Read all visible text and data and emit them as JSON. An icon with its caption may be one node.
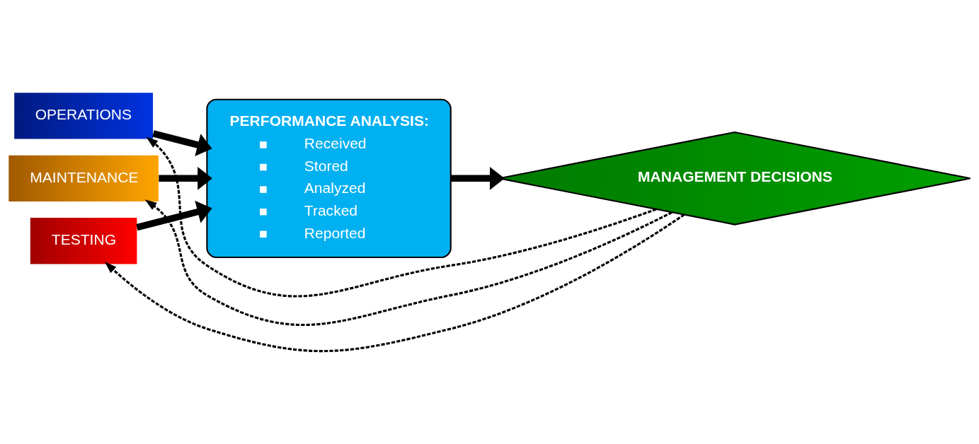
{
  "diagram": {
    "nodes": [
      {
        "text": [
          "OPERATIONS"
        ]
      },
      {
        "text": [
          "MAINTENANCE"
        ]
      },
      {
        "text": [
          "TESTING"
        ]
      },
      {
        "text": [
          "PERFORMANCE ANALYSIS:",
          "Received",
          "Stored",
          "Analyzed",
          "Tracked",
          "Reported"
        ]
      },
      {
        "text": [
          "MANAGEMENT DECISIONS"
        ]
      }
    ],
    "edges": [
      {
        "from": 0,
        "to": 3,
        "arrow": "to"
      },
      {
        "from": 1,
        "to": 3,
        "arrow": "to"
      },
      {
        "from": 2,
        "to": 3,
        "arrow": "to"
      },
      {
        "from": 3,
        "to": 4,
        "arrow": "to"
      },
      {
        "from": 4,
        "to": 0,
        "arrow": "to",
        "style": "dashed"
      },
      {
        "from": 4,
        "to": 1,
        "arrow": "to",
        "style": "dashed"
      },
      {
        "from": 4,
        "to": 2,
        "arrow": "to",
        "style": "dashed"
      }
    ]
  }
}
